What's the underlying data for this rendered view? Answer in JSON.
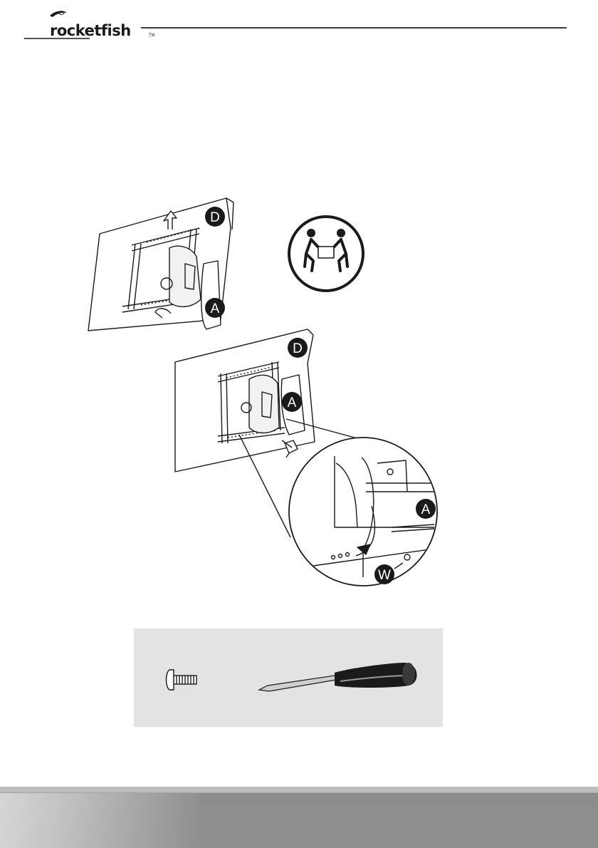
{
  "brand": {
    "logo_text": "rocketfish",
    "trademark": "TM"
  },
  "figure": {
    "callouts": {
      "top_tv_d": "D",
      "top_bracket_a": "A",
      "bottom_tv_d": "D",
      "bottom_bracket_a": "A",
      "detail_a": "A",
      "detail_screw_w": "W"
    },
    "icons": [
      "two-person-lift-icon",
      "tv-mount-diagram",
      "screw-icon",
      "screwdriver-icon"
    ]
  },
  "colors": {
    "ink": "#1a1a1a",
    "parts_background": "#e3e3e3",
    "footer": "#8f8f8f"
  }
}
